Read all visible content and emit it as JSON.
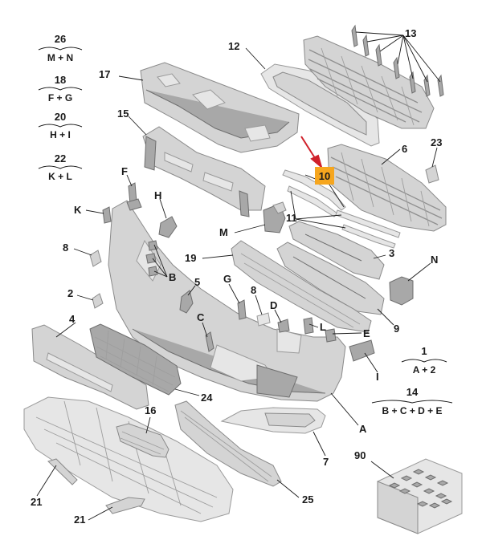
{
  "callouts": {
    "c2": "2",
    "c4": "4",
    "c5": "5",
    "c6": "6",
    "c7": "7",
    "c8a": "8",
    "c8b": "8",
    "c9": "9",
    "c11": "11",
    "c12": "12",
    "c13": "13",
    "c15": "15",
    "c16": "16",
    "c17": "17",
    "c19": "19",
    "c21a": "21",
    "c21b": "21",
    "c23": "23",
    "c24": "24",
    "c25": "25",
    "c3": "3",
    "c90": "90",
    "cA": "A",
    "cB": "B",
    "cC": "C",
    "cD": "D",
    "cE": "E",
    "cF": "F",
    "cG": "G",
    "cH": "H",
    "cI": "I",
    "cK": "K",
    "cL": "L",
    "cM": "M",
    "cN": "N"
  },
  "highlight": {
    "label": "10",
    "color": "#f6a61e",
    "arrow_color": "#d0212b"
  },
  "legend_left": [
    {
      "top": "26",
      "bottom": "M + N"
    },
    {
      "top": "18",
      "bottom": "F + G"
    },
    {
      "top": "20",
      "bottom": "H + I"
    },
    {
      "top": "22",
      "bottom": "K + L"
    }
  ],
  "legend_right": [
    {
      "top": "1",
      "bottom": "A + 2"
    },
    {
      "top": "14",
      "bottom": "B + C + D + E"
    }
  ]
}
